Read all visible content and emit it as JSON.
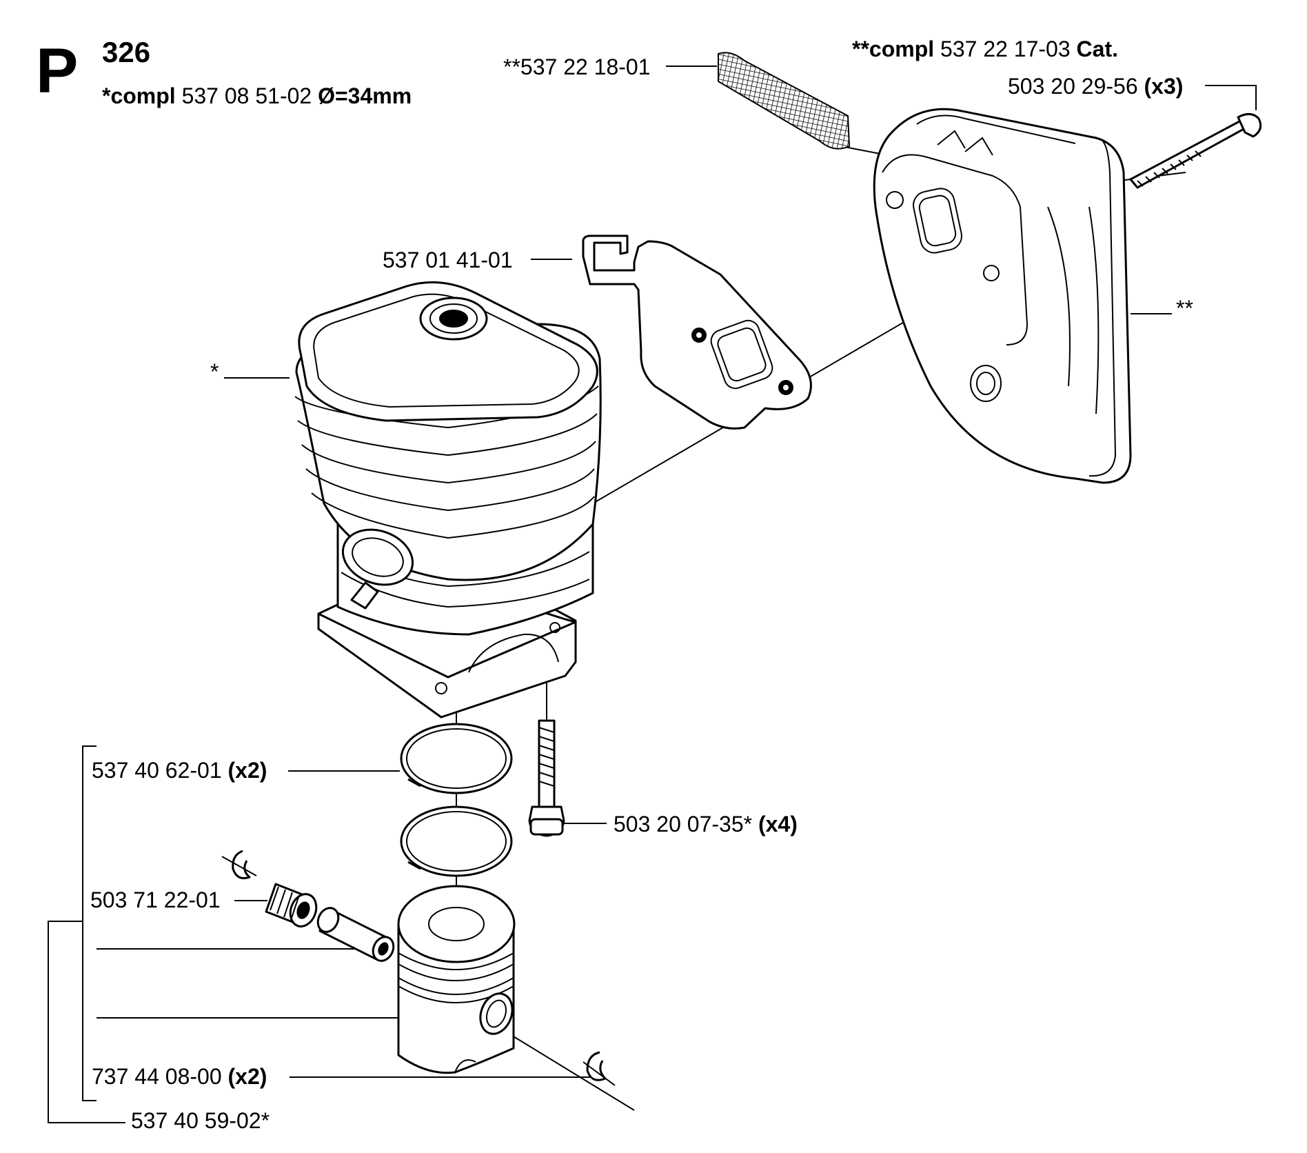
{
  "header": {
    "section_letter": "P",
    "model": "326",
    "compl_prefix": "*compl",
    "compl_number": "537 08 51-02",
    "compl_spec": "Ø=34mm"
  },
  "muffler_header": {
    "prefix": "**compl",
    "number": "537 22 17-03",
    "suffix": "Cat."
  },
  "parts": {
    "screen": "**537 22 18-01",
    "muffler_bolt": "503 20 29-56",
    "muffler_bolt_qty": "(x3)",
    "gasket": "537 01 41-01",
    "muffler_mark": "**",
    "cylinder_mark": "*",
    "ring": "537 40 62-01",
    "ring_qty": "(x2)",
    "cyl_bolt": "503 20 07-35*",
    "cyl_bolt_qty": "(x4)",
    "bearing": "503 71 22-01",
    "circlip": "737 44 08-00",
    "circlip_qty": "(x2)",
    "piston_kit": "537 40 59-02*"
  }
}
